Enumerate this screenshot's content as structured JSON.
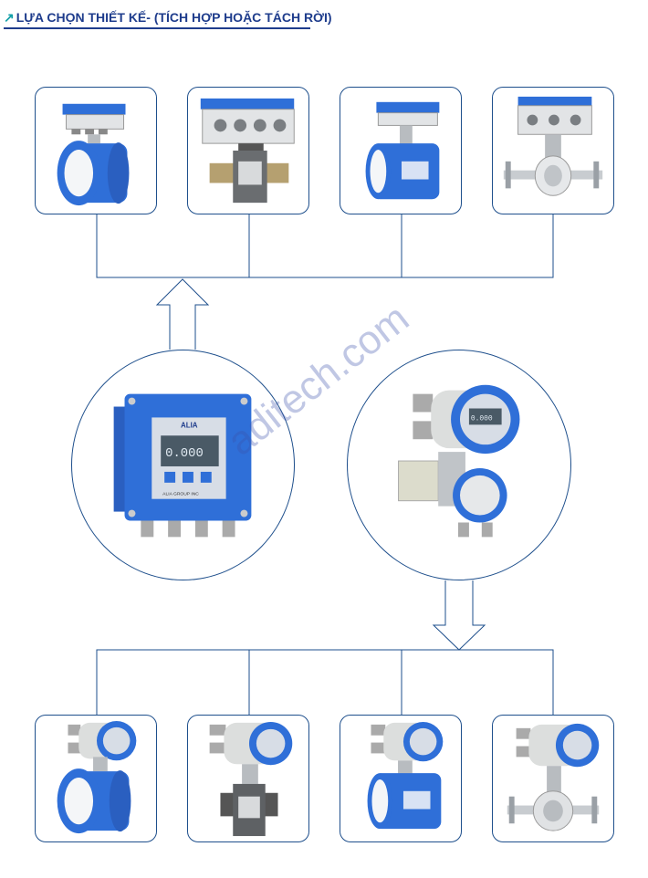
{
  "heading": {
    "arrow_glyph": "↗",
    "text": "LỰA CHỌN THIẾT KẾ- (TÍCH HỢP HOẶC TÁCH RỜI)"
  },
  "watermark": "aditech.com",
  "remote_transmitter_brand": "ALIA",
  "remote_transmitter_reading": "0.000",
  "remote_transmitter_footer": "ALIA GROUP INC",
  "integral_transmitter_reading": "0.000",
  "colors": {
    "accent": "#1e3c8c",
    "line": "#1e4f8c",
    "device_blue": "#2f6fd8",
    "liner_white": "#f4f6f8"
  },
  "top_row_devices": [
    "remote-flanged-sensor",
    "remote-threaded-sensor",
    "remote-wafer-sensor",
    "remote-sanitary-sensor"
  ],
  "bottom_row_devices": [
    "integral-flanged-flowmeter",
    "integral-threaded-flowmeter",
    "integral-wafer-flowmeter",
    "integral-sanitary-flowmeter"
  ]
}
